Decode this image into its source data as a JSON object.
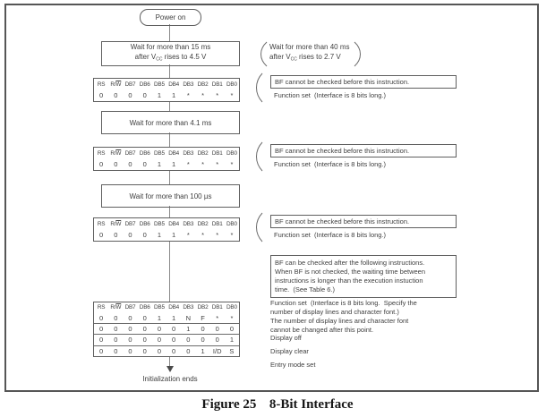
{
  "flowchart": {
    "power_on": "Power on",
    "wait_boxes": [
      {
        "line1": "Wait for more than 15 ms",
        "line2_pre": "after V",
        "line2_sub": "CC",
        "line2_post": " rises to 4.5 V"
      },
      {
        "line1": "Wait for more than 4.1 ms"
      },
      {
        "line1": "Wait for more than 100 µs"
      }
    ],
    "side_note": {
      "line1": "Wait for more than 40 ms",
      "line2_pre": "after V",
      "line2_sub": "CC",
      "line2_post": " rises to 2.7 V"
    },
    "initialization_ends": "Initialization ends"
  },
  "register_table": {
    "header": [
      "RS",
      "R/W",
      "DB7",
      "DB6",
      "DB5",
      "DB4",
      "DB3",
      "DB2",
      "DB1",
      "DB0"
    ],
    "rw_parts": [
      "R/",
      "W"
    ],
    "function_set_row": [
      "0",
      "0",
      "0",
      "0",
      "1",
      "1",
      "*",
      "*",
      "*",
      "*"
    ],
    "final_rows": [
      [
        "0",
        "0",
        "0",
        "0",
        "1",
        "1",
        "N",
        "F",
        "*",
        "*"
      ],
      [
        "0",
        "0",
        "0",
        "0",
        "0",
        "0",
        "1",
        "0",
        "0",
        "0"
      ],
      [
        "0",
        "0",
        "0",
        "0",
        "0",
        "0",
        "0",
        "0",
        "0",
        "1"
      ],
      [
        "0",
        "0",
        "0",
        "0",
        "0",
        "0",
        "0",
        "1",
        "I/D",
        "S"
      ]
    ]
  },
  "annotations": {
    "bf_note": "BF cannot be checked before this instruction.",
    "function_set_8bit": "Function set  (Interface is 8 bits long.)",
    "bf_note_long": [
      "BF can be checked after the following instructions.",
      "When BF is not checked, the waiting time between",
      "instructions is longer than the execution instuction",
      "time.  (See Table 6.)"
    ],
    "function_set_long": [
      "Function set  (Interface is 8 bits long.  Specify the",
      "number of display lines and character font.)",
      "The number of display lines and character font",
      "cannot be changed after this point."
    ],
    "display_off": "Display off",
    "display_clear": "Display clear",
    "entry_mode_set": "Entry mode set"
  },
  "caption": {
    "number": "Figure 25",
    "title": "8-Bit Interface"
  },
  "colors": {
    "line": "#5f5f5f",
    "text": "#3f3f3f"
  }
}
